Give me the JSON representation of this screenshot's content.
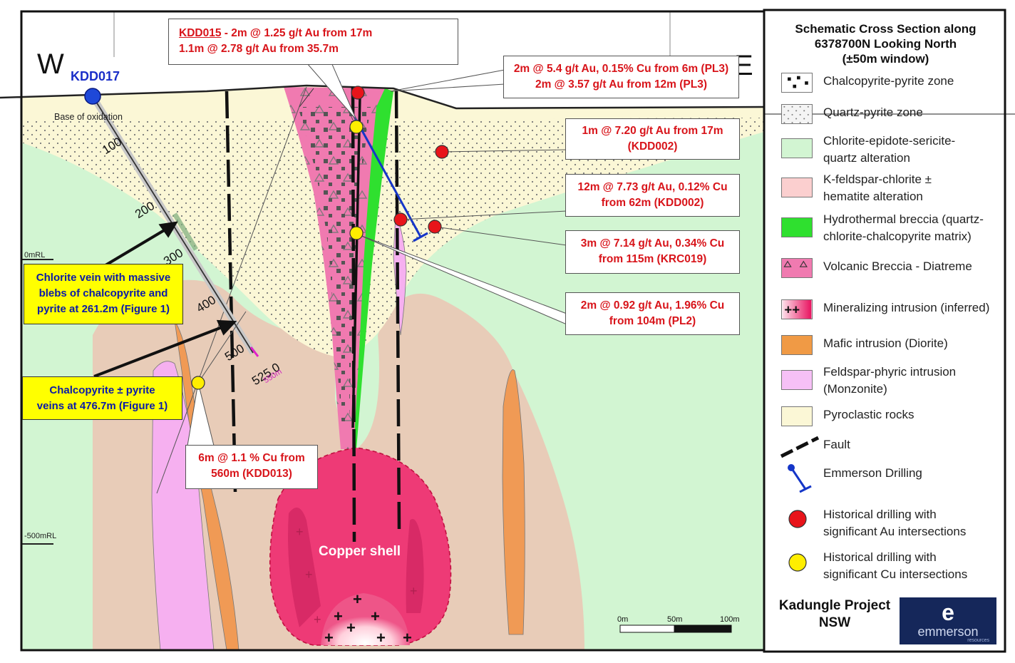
{
  "section": {
    "west_label": "W",
    "east_label": "E",
    "kdd017_label": "KDD017",
    "base_oxidation_label": "Base of oxidation",
    "rl_0_label": "0mRL",
    "rl_500_label": "-500mRL",
    "depth_marks": [
      "100",
      "200",
      "300",
      "400",
      "500"
    ],
    "depth_end_label": "525.0",
    "depth_end_sub": "550m",
    "copper_shell_label": "Copper shell"
  },
  "callouts": {
    "kdd015": {
      "hole": "KDD015",
      "line1_rest": " - 2m @ 1.25 g/t Au from 17m",
      "line2": "1.1m @ 2.78 g/t Au from 35.7m"
    },
    "pl3": {
      "line1": "2m @ 5.4 g/t Au, 0.15% Cu from 6m (PL3)",
      "line2": "2m @ 3.57 g/t Au  from 12m (PL3)"
    },
    "kdd002a": {
      "line1": "1m @ 7.20 g/t Au from 17m",
      "line2": "(KDD002)"
    },
    "kdd002b": {
      "line1": "12m @ 7.73 g/t Au, 0.12% Cu",
      "line2": "from 62m (KDD002)"
    },
    "krc019": {
      "line1": "3m @ 7.14 g/t Au, 0.34% Cu",
      "line2": "from 115m (KRC019)"
    },
    "pl2": {
      "line1": "2m @ 0.92 g/t Au, 1.96% Cu",
      "line2": "from 104m  (PL2)"
    },
    "kdd013": {
      "line1": "6m @ 1.1 % Cu from",
      "line2": "560m  (KDD013)"
    },
    "chlorite_vein": {
      "lines": [
        "Chlorite vein with massive",
        "blebs of chalcopyrite and",
        "pyrite at 261.2m (Figure 1)"
      ]
    },
    "chalcopyrite_veins": {
      "lines": [
        "Chalcopyrite ± pyrite",
        "veins at 476.7m  (Figure 1)"
      ]
    }
  },
  "scale_bar": {
    "labels": [
      "0m",
      "50m",
      "100m"
    ]
  },
  "legend": {
    "title_lines": [
      "Schematic Cross Section along",
      "6378700N Looking North",
      "(±50m window)"
    ],
    "items": [
      {
        "lines": [
          "Chalcopyrite-pyrite zone"
        ]
      },
      {
        "lines": [
          "Quartz-pyrite zone"
        ]
      },
      {
        "lines": [
          "Chlorite-epidote-sericite-",
          "quartz alteration"
        ]
      },
      {
        "lines": [
          "K-feldspar-chlorite ±",
          "hematite alteration"
        ]
      },
      {
        "lines": [
          "Hydrothermal breccia (quartz-",
          "chlorite-chalcopyrite matrix)"
        ]
      },
      {
        "lines": [
          "Volcanic Breccia - Diatreme"
        ]
      },
      {
        "lines": [
          "Mineralizing intrusion (inferred)"
        ]
      },
      {
        "lines": [
          "Mafic intrusion (Diorite)"
        ]
      },
      {
        "lines": [
          "Feldspar-phyric intrusion",
          "(Monzonite)"
        ]
      },
      {
        "lines": [
          "Pyroclastic rocks"
        ]
      },
      {
        "lines": [
          "Fault"
        ]
      },
      {
        "lines": [
          "Emmerson  Drilling"
        ]
      },
      {
        "lines": [
          "Historical drilling with",
          "significant Au intersections"
        ]
      },
      {
        "lines": [
          "Historical drilling with",
          "significant Cu intersections"
        ]
      }
    ],
    "project_lines": [
      "Kadungle Project",
      "NSW"
    ],
    "logo_text": "emmerson",
    "logo_sub": "resources",
    "logo_glyph": "e"
  },
  "colors": {
    "chlorite_alteration": "#d2f5d2",
    "kfeldspar_alteration": "#e8ccb8",
    "pyroclastic": "#fbf7d6",
    "hydrothermal_breccia": "#2fe02f",
    "diatreme": "#f07ab0",
    "mineralizing_intrusion": "#ee3a76",
    "mafic_intrusion": "#f09a55",
    "monzonite": "#f6b0f0",
    "au_marker": "#e8141a",
    "cu_marker": "#ffee00",
    "emmerson_drill": "#1536c8"
  }
}
